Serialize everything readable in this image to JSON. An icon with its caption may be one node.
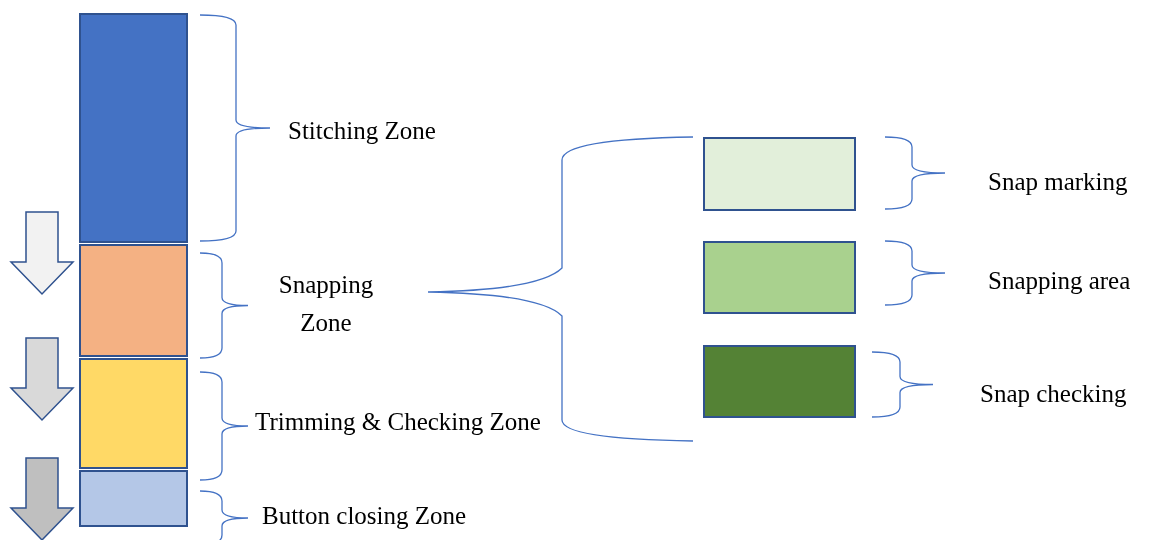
{
  "diagram": {
    "nodes": [
      {
        "text": [],
        "shape": "box"
      },
      {
        "text": [],
        "shape": "box"
      },
      {
        "text": [],
        "shape": "box"
      },
      {
        "text": [],
        "shape": "box"
      },
      {
        "text": [],
        "shape": "box"
      },
      {
        "text": [],
        "shape": "box"
      },
      {
        "text": [],
        "shape": "box"
      }
    ],
    "edges": [],
    "labels": [
      "Stitching Zone",
      "Snapping Zone",
      "Trimming & Checking Zone",
      "Button closing Zone",
      "Snap marking",
      "Snapping area",
      "Snap checking"
    ]
  }
}
